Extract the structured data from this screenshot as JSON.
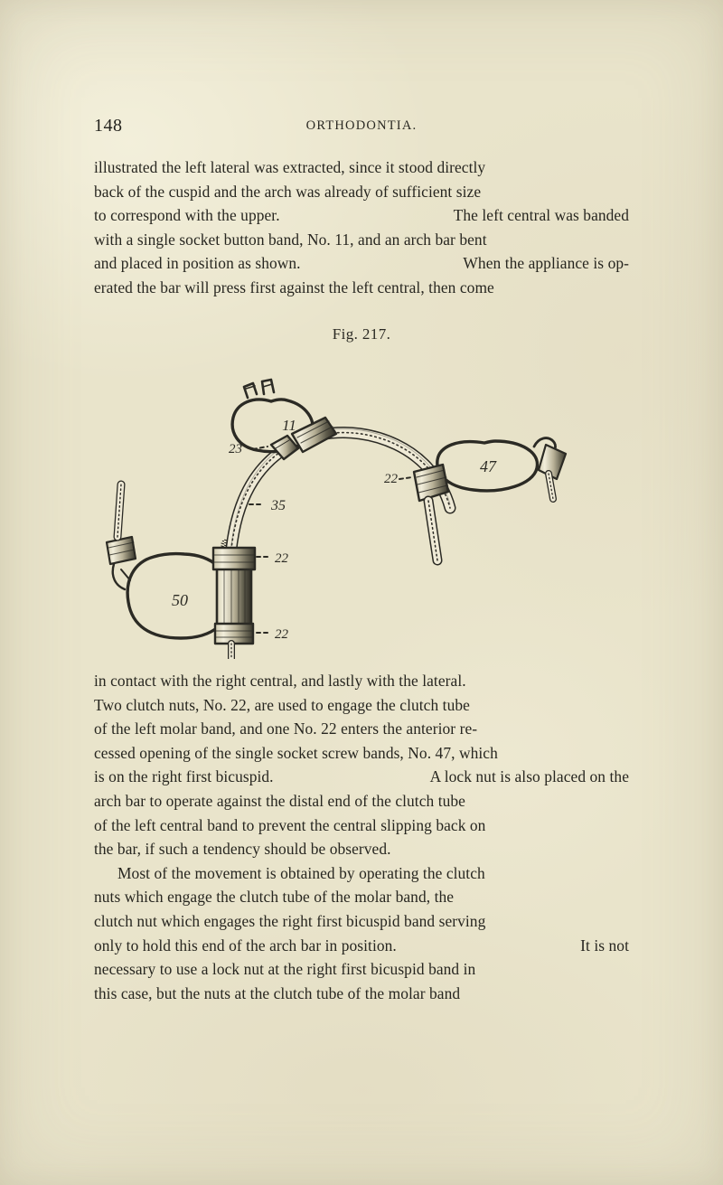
{
  "page": {
    "folio": "148",
    "running_head": "ORTHODONTIA.",
    "paper_color": "#e9e4cb",
    "ink_color": "#272620"
  },
  "paragraph_top": {
    "lines": [
      {
        "left": "illustrated the left lateral was extracted, since it stood directly",
        "right": ""
      },
      {
        "left": "back of the cuspid and the arch was already of sufficient size",
        "right": ""
      },
      {
        "left": "to correspond with the upper.",
        "right": "The left central was banded"
      },
      {
        "left": "with a single socket button band, No. 11, and an arch bar bent",
        "right": ""
      },
      {
        "left": "and placed in position as shown.",
        "right": "When the appliance is op-"
      },
      {
        "left": "erated the bar will press first against the left central, then come",
        "right": ""
      }
    ]
  },
  "figure": {
    "caption": "Fig. 217.",
    "labels": {
      "band_upper": "11",
      "nut_upper": "23",
      "arch_bar": "35",
      "nut_right": "22",
      "band_right": "47",
      "nut_lower_top": "22",
      "nut_lower_bottom": "22",
      "band_lower": "50"
    },
    "label_leader_upper": "--",
    "label_leader_arch": "--",
    "label_leader_right": "-",
    "label_leader_lower_top": "--",
    "label_leader_lower_bottom": "--"
  },
  "paragraph_bottom": {
    "lines": [
      {
        "left": "in contact with the right central, and lastly with the lateral.",
        "right": ""
      },
      {
        "left": "Two clutch nuts, No. 22, are used to engage the clutch tube",
        "right": ""
      },
      {
        "left": "of the left molar band, and one No. 22 enters the anterior re-",
        "right": ""
      },
      {
        "left": "cessed opening of the single socket screw bands, No. 47, which",
        "right": ""
      },
      {
        "left": "is on the right first bicuspid.",
        "right": "A lock nut is also placed on the"
      },
      {
        "left": "arch bar to operate against the distal end of the clutch tube",
        "right": ""
      },
      {
        "left": "of the left central band to prevent the central slipping back on",
        "right": ""
      },
      {
        "left": "the bar, if such a tendency should be observed.",
        "right": ""
      },
      {
        "left": "Most of the movement is obtained by operating the clutch",
        "right": "",
        "indent": true
      },
      {
        "left": "nuts which engage the clutch tube of the molar band, the",
        "right": ""
      },
      {
        "left": "clutch nut which engages the right first bicuspid band serving",
        "right": ""
      },
      {
        "left": "only to hold this end of the arch bar in position.",
        "right": "It is not"
      },
      {
        "left": "necessary to use a lock nut at the right first bicuspid band in",
        "right": ""
      },
      {
        "left": "this case, but the nuts at the clutch tube of the molar band",
        "right": ""
      }
    ]
  }
}
